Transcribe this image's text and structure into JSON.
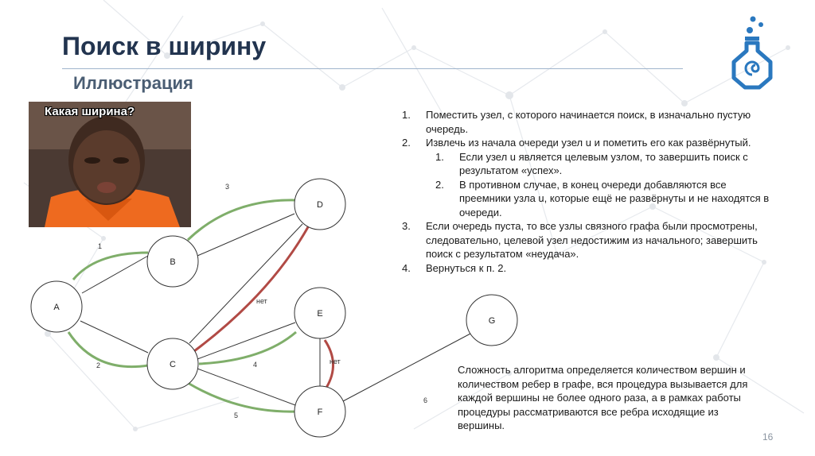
{
  "slide": {
    "title": "Поиск в ширину",
    "subtitle": "Иллюстрация",
    "page_number": "16"
  },
  "meme": {
    "caption": "Какая ширина?"
  },
  "graph": {
    "nodes": [
      "A",
      "B",
      "C",
      "D",
      "E",
      "F",
      "G"
    ],
    "edge_labels": [
      "1",
      "2",
      "3",
      "4",
      "5",
      "6",
      "нет",
      "нет"
    ]
  },
  "steps": [
    {
      "num": "1.",
      "text": "Поместить узел, с которого начинается поиск, в изначально пустую очередь."
    },
    {
      "num": "2.",
      "text": "Извлечь из начала очереди узел u и пометить его как развёрнутый."
    },
    {
      "num": "3.",
      "text": "Если очередь пуста, то все узлы связного графа были просмотрены, следовательно, целевой узел недостижим из начального; завершить поиск с результатом «неудача»."
    },
    {
      "num": "4.",
      "text": "Вернуться к п. 2."
    }
  ],
  "substeps": [
    {
      "num": "1.",
      "text": "Если узел u является целевым узлом, то завершить поиск с результатом «успех»."
    },
    {
      "num": "2.",
      "text": "В противном случае, в конец очереди добавляются все преемники узла u, которые ещё не развёрнуты и не находятся в очереди."
    }
  ],
  "complexity": "Сложность алгоритма определяется количеством вершин и количеством ребер в графе, вся процедура вызывается для каждой вершины не более одного раза, а в рамках работы процедуры рассматриваются все ребра исходящие из вершины.",
  "colors": {
    "title": "#22344f",
    "green_path": "#7fae6a",
    "red_path": "#b14a45",
    "logo": "#2a78bf"
  }
}
